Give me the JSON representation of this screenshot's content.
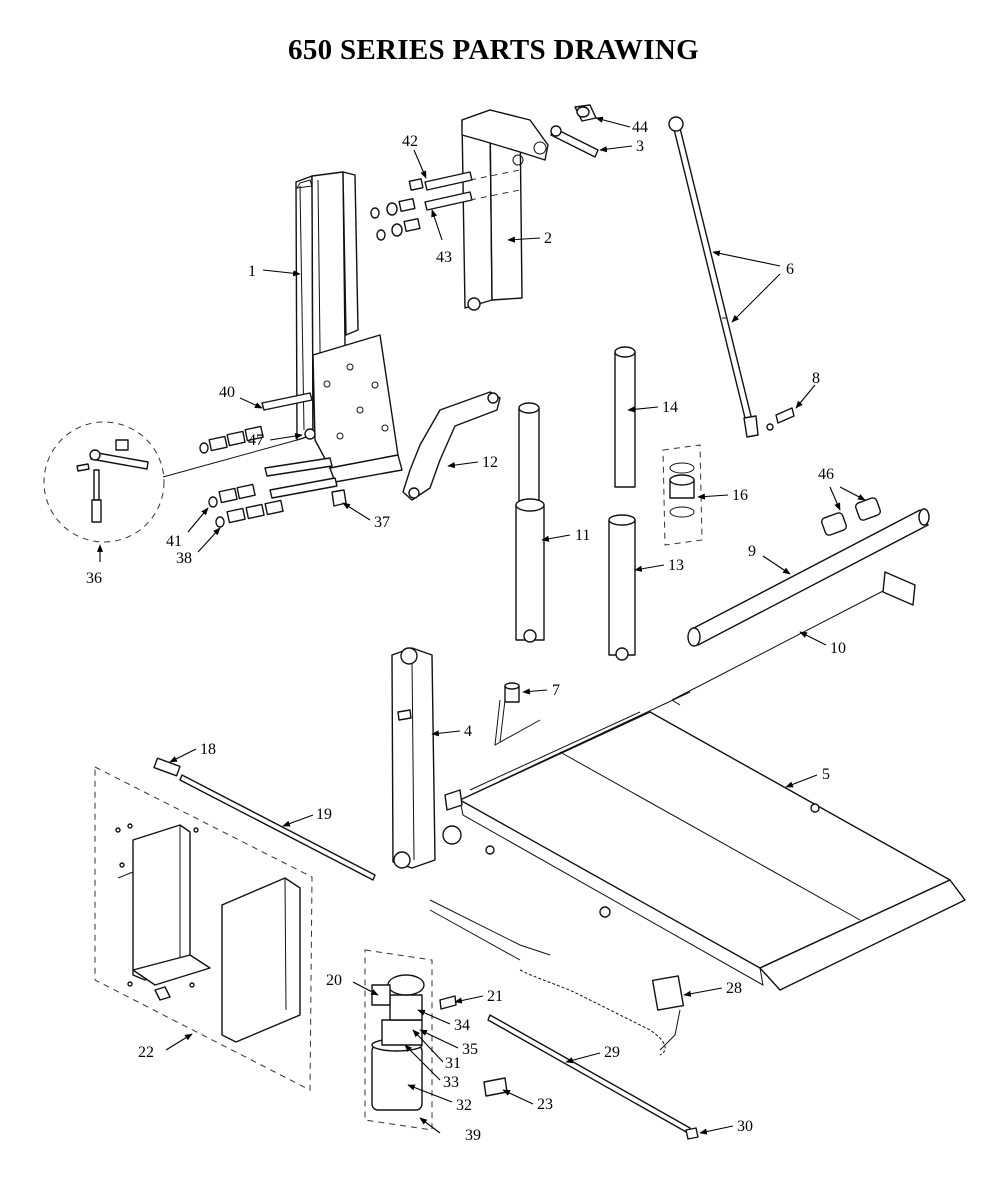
{
  "title": "650 SERIES PARTS DRAWING",
  "callouts": [
    {
      "id": "c1",
      "label": "1"
    },
    {
      "id": "c2",
      "label": "2"
    },
    {
      "id": "c3",
      "label": "3"
    },
    {
      "id": "c4",
      "label": "4"
    },
    {
      "id": "c5",
      "label": "5"
    },
    {
      "id": "c6",
      "label": "6"
    },
    {
      "id": "c7",
      "label": "7"
    },
    {
      "id": "c8",
      "label": "8"
    },
    {
      "id": "c9",
      "label": "9"
    },
    {
      "id": "c10",
      "label": "10"
    },
    {
      "id": "c11",
      "label": "11"
    },
    {
      "id": "c12",
      "label": "12"
    },
    {
      "id": "c13",
      "label": "13"
    },
    {
      "id": "c14",
      "label": "14"
    },
    {
      "id": "c16",
      "label": "16"
    },
    {
      "id": "c18",
      "label": "18"
    },
    {
      "id": "c19",
      "label": "19"
    },
    {
      "id": "c20",
      "label": "20"
    },
    {
      "id": "c21",
      "label": "21"
    },
    {
      "id": "c22",
      "label": "22"
    },
    {
      "id": "c23",
      "label": "23"
    },
    {
      "id": "c28",
      "label": "28"
    },
    {
      "id": "c29",
      "label": "29"
    },
    {
      "id": "c30",
      "label": "30"
    },
    {
      "id": "c31",
      "label": "31"
    },
    {
      "id": "c32",
      "label": "32"
    },
    {
      "id": "c33",
      "label": "33"
    },
    {
      "id": "c34",
      "label": "34"
    },
    {
      "id": "c35",
      "label": "35"
    },
    {
      "id": "c36",
      "label": "36"
    },
    {
      "id": "c37",
      "label": "37"
    },
    {
      "id": "c38",
      "label": "38"
    },
    {
      "id": "c39",
      "label": "39"
    },
    {
      "id": "c40",
      "label": "40"
    },
    {
      "id": "c41",
      "label": "41"
    },
    {
      "id": "c42",
      "label": "42"
    },
    {
      "id": "c43",
      "label": "43"
    },
    {
      "id": "c44",
      "label": "44"
    },
    {
      "id": "c46",
      "label": "46"
    },
    {
      "id": "c47",
      "label": "47"
    }
  ]
}
